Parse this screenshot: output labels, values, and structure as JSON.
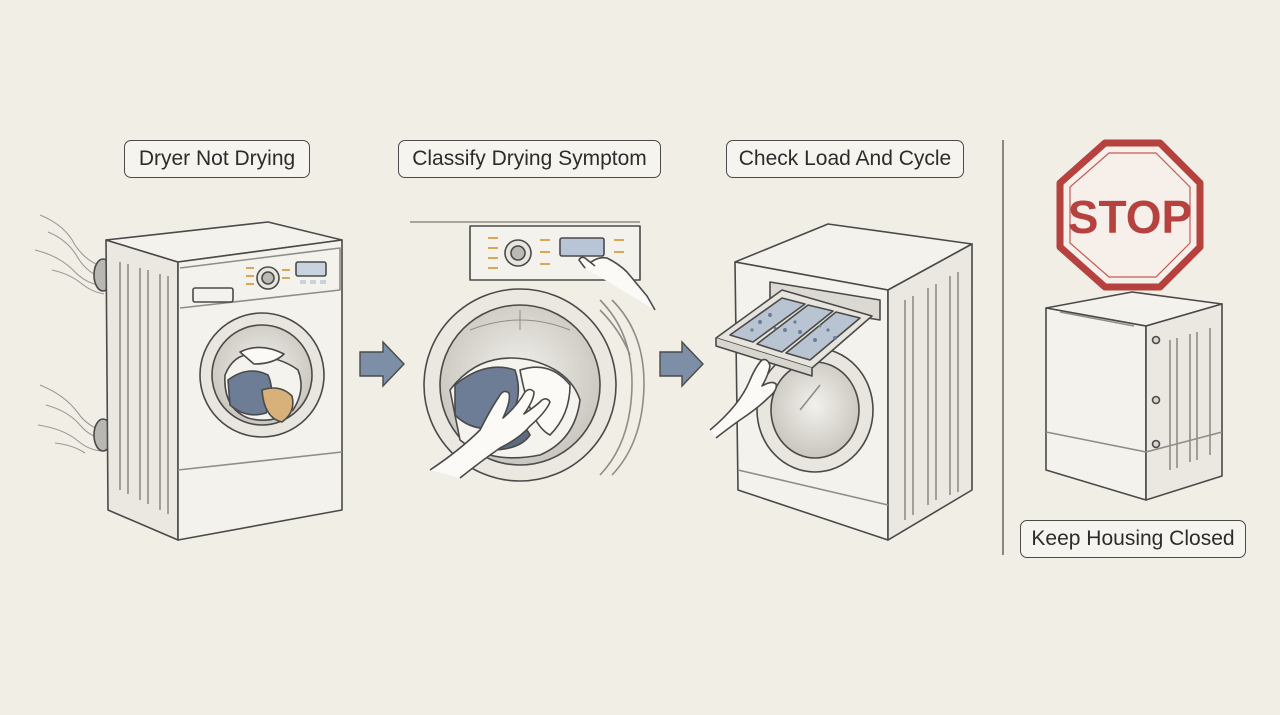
{
  "steps": [
    {
      "label": "Dryer Not Drying",
      "illustration": "dryer-venting-heat-illustration"
    },
    {
      "label": "Classify Drying Symptom",
      "illustration": "hands-checking-laundry-drum-illustration"
    },
    {
      "label": "Check Load And Cycle",
      "illustration": "lint-filter-removal-illustration"
    }
  ],
  "warning": {
    "sign_text": "STOP",
    "label": "Keep Housing Closed",
    "sign_color": "#b5423f"
  },
  "colors": {
    "background": "#f1eee6",
    "arrow": "#7d8fa6",
    "line": "#4a4a4a"
  }
}
